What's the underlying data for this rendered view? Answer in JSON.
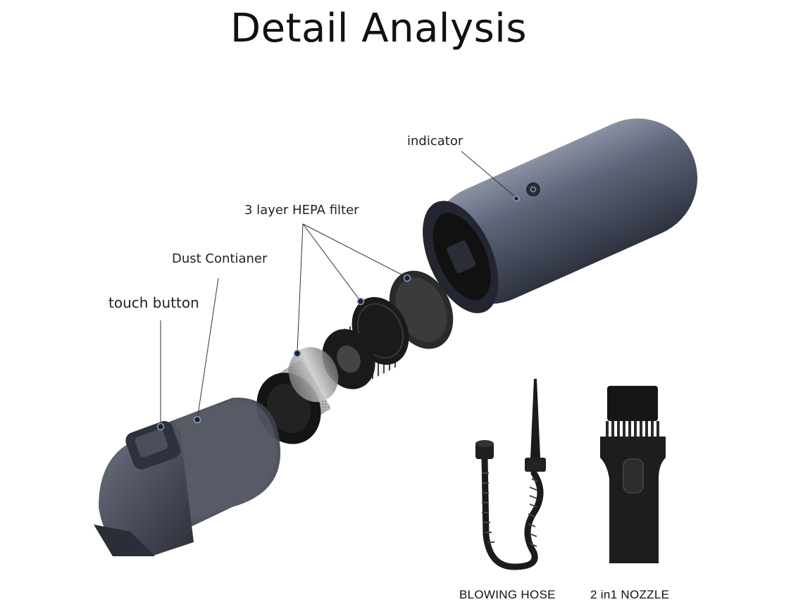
{
  "title": "Detail Analysis",
  "callouts": {
    "indicator": "indicator",
    "hepa": "3 layer HEPA filter",
    "dust": "Dust Contianer",
    "touch": "touch button"
  },
  "captions": {
    "hose": "BLOWING HOSE",
    "nozzle": "2 in1 NOZZLE"
  },
  "colors": {
    "body_metal": "#5b6274",
    "dark_rubber": "#1c1c1c",
    "filter_mesh": "#9a9a9a",
    "dust_bin": "#3a3e48"
  }
}
